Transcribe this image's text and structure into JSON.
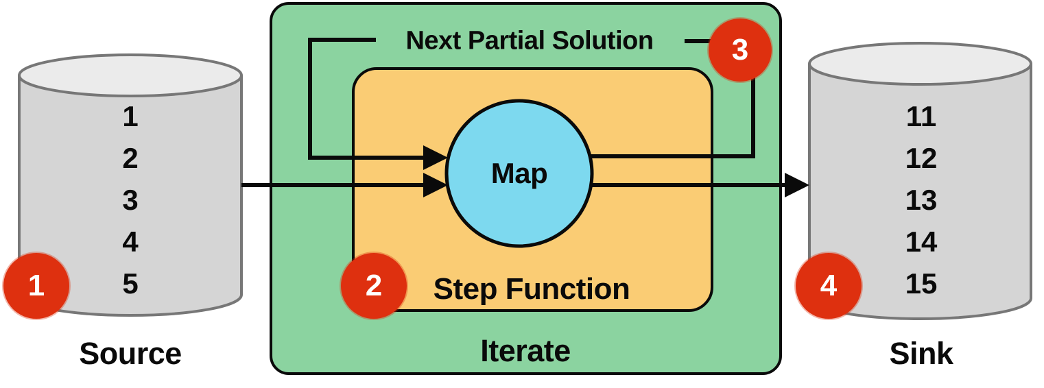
{
  "diagram": {
    "source": {
      "label": "Source",
      "badge": "1",
      "values": [
        "1",
        "2",
        "3",
        "4",
        "5"
      ]
    },
    "iterate": {
      "label": "Iterate",
      "feedback_label": "Next Partial Solution",
      "feedback_badge": "3",
      "step_function": {
        "label": "Step Function",
        "badge": "2",
        "operator_label": "Map"
      }
    },
    "sink": {
      "label": "Sink",
      "badge": "4",
      "values": [
        "11",
        "12",
        "13",
        "14",
        "15"
      ]
    },
    "colors": {
      "iterate_box": "#8bd3a0",
      "step_function_box": "#facc74",
      "map_circle": "#7dd9ef",
      "badge": "#de300f",
      "cylinder_body": "#d5d5d5",
      "cylinder_top": "#ebebeb",
      "cylinder_stroke": "#777777",
      "line": "#0a0a0a"
    }
  }
}
